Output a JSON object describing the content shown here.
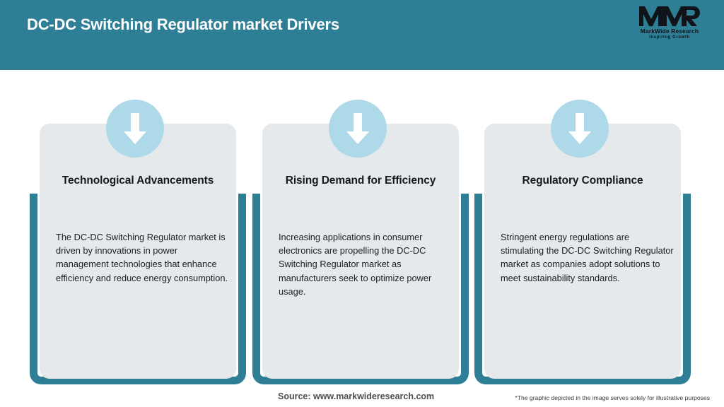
{
  "header": {
    "title": "DC-DC Switching Regulator market Drivers",
    "background_color": "#2e7f96",
    "title_color": "#ffffff"
  },
  "logo": {
    "mark": "MWR",
    "name": "MarkWide Research",
    "tagline": "Inspiring Growth"
  },
  "theme": {
    "accent_teal": "#2e7f96",
    "panel_grey": "#e6e9eb",
    "icon_circle_blue": "#aed9e8",
    "arrow_white": "#ffffff"
  },
  "cards": [
    {
      "icon": "arrow-down-icon",
      "heading": "Technological Advancements",
      "body": "The DC-DC Switching Regulator market is driven by innovations in power management technologies that enhance efficiency and reduce energy consumption."
    },
    {
      "icon": "arrow-down-icon",
      "heading": "Rising Demand for Efficiency",
      "body": "Increasing applications in consumer electronics are propelling the DC-DC Switching Regulator market as manufacturers seek to optimize power usage."
    },
    {
      "icon": "arrow-down-icon",
      "heading": "Regulatory Compliance",
      "body": "Stringent energy regulations are stimulating the DC-DC Switching Regulator market as companies adopt solutions to meet sustainability standards."
    }
  ],
  "footer": {
    "source": "Source: www.markwideresearch.com",
    "disclaimer": "*The graphic depicted in the image serves solely for illustrative purposes"
  }
}
